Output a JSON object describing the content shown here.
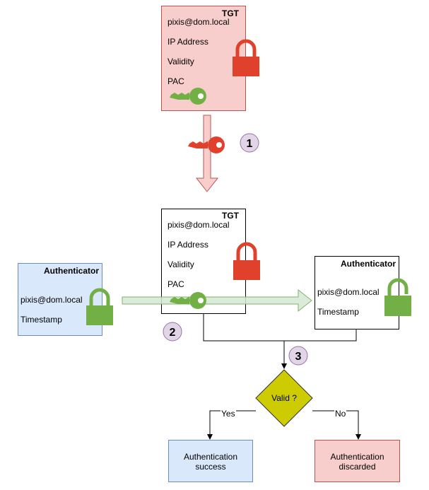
{
  "tgt_top": {
    "title": "TGT",
    "fields": [
      "pixis@dom.local",
      "IP Address",
      "Validity",
      "PAC"
    ]
  },
  "tgt_middle": {
    "title": "TGT",
    "fields": [
      "pixis@dom.local",
      "IP Address",
      "Validity",
      "PAC"
    ]
  },
  "authenticator_left": {
    "title": "Authenticator",
    "fields": [
      "pixis@dom.local",
      "Timestamp"
    ]
  },
  "authenticator_right": {
    "title": "Authenticator",
    "fields": [
      "pixis@dom.local",
      "Timestamp"
    ]
  },
  "steps": [
    "1",
    "2",
    "3"
  ],
  "decision": {
    "label": "Valid ?",
    "yes_label": "Yes",
    "no_label": "No"
  },
  "outcomes": {
    "success_line1": "Authentication",
    "success_line2": "success",
    "discarded_line1": "Authentication",
    "discarded_line2": "discarded"
  },
  "colors": {
    "red_box_fill": "#f8cecc",
    "red_box_stroke": "#b85450",
    "blue_box_fill": "#dae8fc",
    "blue_box_stroke": "#6c8ebf",
    "lock_red": "#e0412d",
    "lock_green": "#72b045",
    "key_green": "#72b045",
    "key_red": "#e0412d",
    "step_fill": "#e1d5e7",
    "step_stroke": "#9673a6",
    "decision_fill": "#cccc00",
    "decision_stroke": "#333333",
    "green_arrow_fill": "#d5e8d4",
    "green_arrow_stroke": "#82b366"
  },
  "icons": [
    "padlock-icon",
    "key-icon"
  ]
}
